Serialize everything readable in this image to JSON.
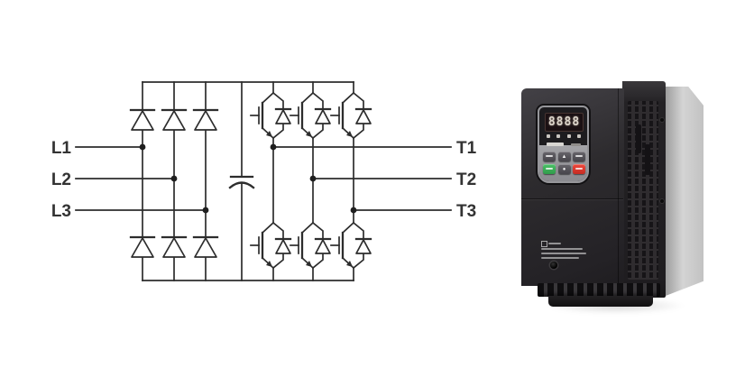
{
  "figure": {
    "circuit": {
      "inputs": [
        "L1",
        "L2",
        "L3"
      ],
      "outputs": [
        "T1",
        "T2",
        "T3"
      ],
      "line_color": "#2d2d2d",
      "components": {
        "rectifier_diodes": 6,
        "inverter_igbts": 6,
        "dc_link_capacitor": 1
      }
    },
    "device": {
      "display_value": "8888",
      "indicator_led_count": 4,
      "keypad": {
        "buttons": [
          {
            "id": "program",
            "glyph": ""
          },
          {
            "id": "up",
            "glyph": "▲"
          },
          {
            "id": "function",
            "glyph": ""
          },
          {
            "id": "run",
            "glyph": ""
          },
          {
            "id": "shift",
            "glyph": "●"
          },
          {
            "id": "stop",
            "glyph": ""
          }
        ],
        "run_color": "#3aa757",
        "stop_color": "#d93a2f",
        "panel_frame_color": "#96969a"
      },
      "body_color": "#2c2a2d",
      "backplate_color": "#c8c8c8"
    }
  }
}
